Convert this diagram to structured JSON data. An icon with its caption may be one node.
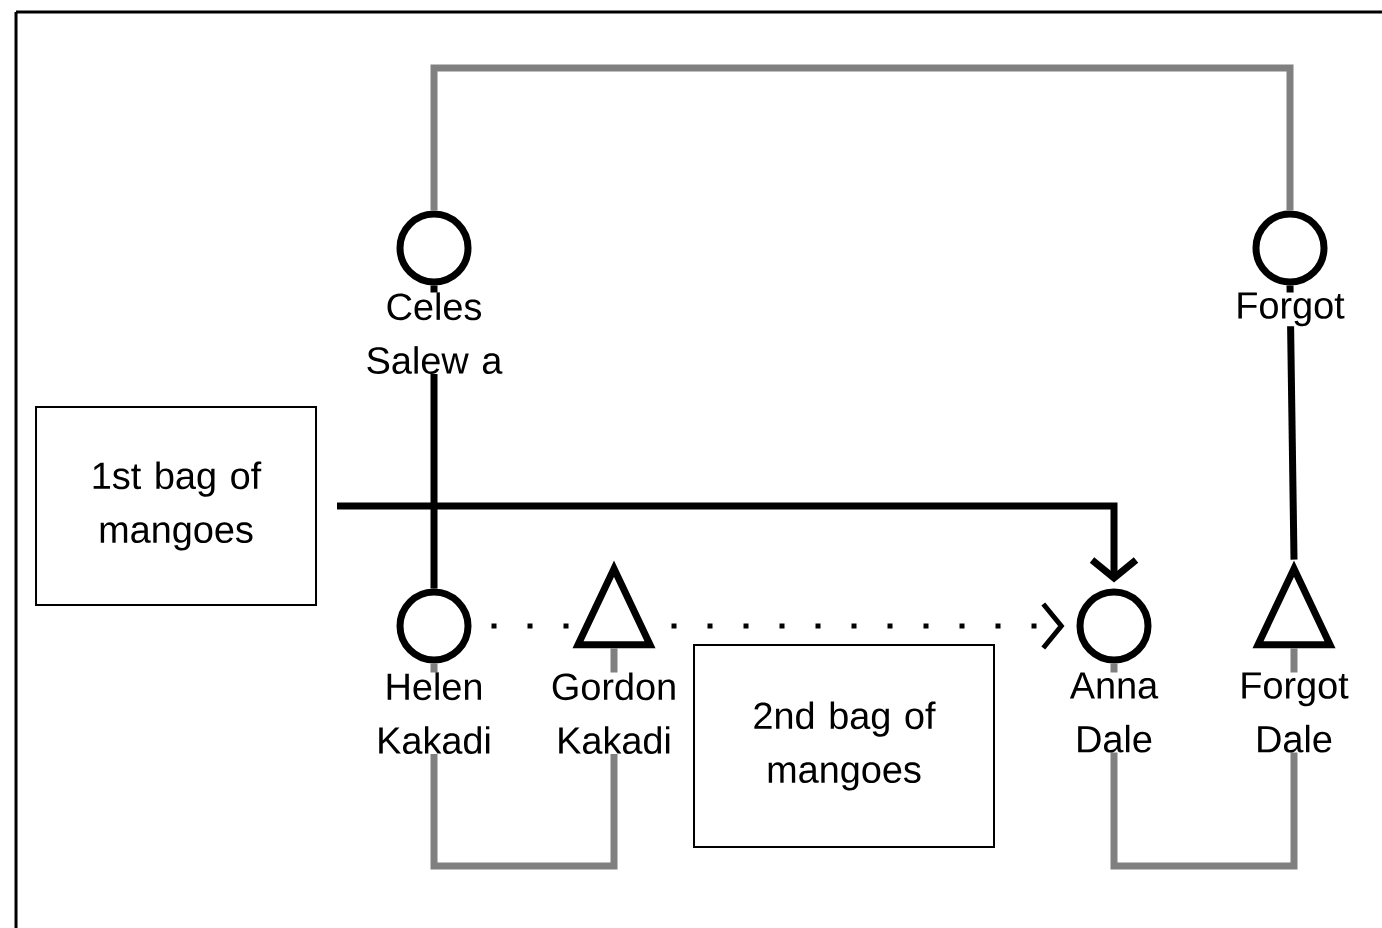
{
  "diagram": {
    "nodes": [
      {
        "text": [],
        "shape": "circle",
        "beside": [
          "Celes Salew a"
        ]
      },
      {
        "text": [],
        "shape": "circle",
        "beside": [
          "Forgot"
        ]
      },
      {
        "text": [
          "1st bag of mangoes"
        ]
      },
      {
        "text": [],
        "shape": "circle",
        "beside": [
          "Helen Kakadi"
        ]
      },
      {
        "text": [],
        "shape": "triangle",
        "beside": [
          "Gordon Kakadi"
        ]
      },
      {
        "text": [],
        "shape": "circle",
        "beside": [
          "Anna Dale"
        ]
      },
      {
        "text": [],
        "shape": "triangle",
        "beside": [
          "Forgot Dale"
        ]
      },
      {
        "text": [
          "2nd bag of mangoes"
        ]
      }
    ],
    "edges": [
      {
        "from": 0,
        "to": 1,
        "arrow": "none",
        "color": "#808080"
      },
      {
        "from": 0,
        "to": 3,
        "arrow": "none"
      },
      {
        "from": 1,
        "to": 6,
        "arrow": "none"
      },
      {
        "from": 3,
        "to": 4,
        "arrow": "none",
        "color": "#808080"
      },
      {
        "from": 5,
        "to": 6,
        "arrow": "none",
        "color": "#808080"
      },
      {
        "from": 2,
        "to": 5,
        "arrow": "to"
      },
      {
        "from": 3,
        "to": 5,
        "arrow": "to",
        "style": "dashed"
      }
    ]
  }
}
